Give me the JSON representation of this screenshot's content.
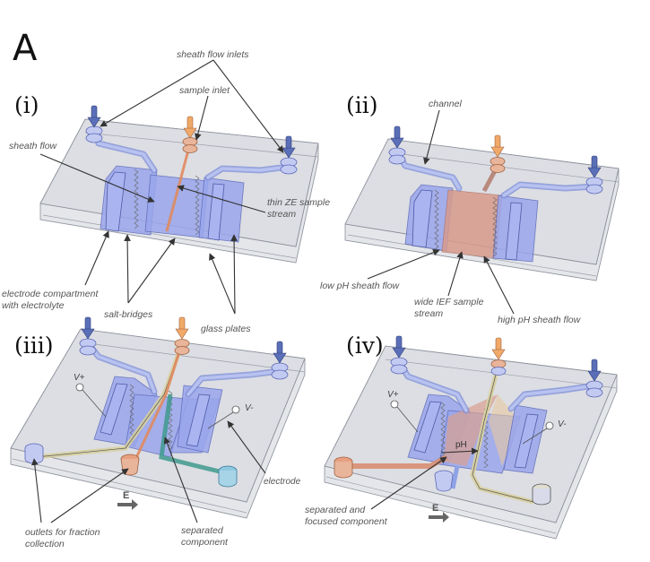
{
  "figure": {
    "panel_letter": "A",
    "colors": {
      "sheath_blue": "#7f8fd8",
      "sample_orange": "#e08a5e",
      "glass_grey": "#d9dbe0",
      "teal_component": "#3f9a8e",
      "yellow_component": "#d8d0a0"
    },
    "panels": [
      {
        "id": "i",
        "roman": "(i)",
        "labels": {
          "sheath_flow_inlets": "sheath flow inlets",
          "sample_inlet": "sample inlet",
          "sheath_flow": "sheath flow",
          "thin_ze_line1": "thin ZE sample",
          "thin_ze_line2": "stream",
          "electrode_comp_line1": "electrode compartment",
          "electrode_comp_line2": "with electrolyte",
          "salt_bridges": "salt-bridges",
          "glass_plates": "glass plates"
        }
      },
      {
        "id": "ii",
        "roman": "(ii)",
        "labels": {
          "channel": "channel",
          "low_ph": "low pH sheath flow",
          "wide_ief_line1": "wide IEF sample",
          "wide_ief_line2": "stream",
          "high_ph": "high pH sheath flow"
        }
      },
      {
        "id": "iii",
        "roman": "(iii)",
        "labels": {
          "v_plus": "V+",
          "v_minus": "V-",
          "electrode": "electrode",
          "outlets_line1": "outlets for fraction",
          "outlets_line2": "collection",
          "separated_line1": "separated",
          "separated_line2": "component",
          "field": "E"
        }
      },
      {
        "id": "iv",
        "roman": "(iv)",
        "labels": {
          "v_plus": "V+",
          "v_minus": "V-",
          "ph": "pH",
          "sep_focused_line1": "separated and",
          "sep_focused_line2": "focused component",
          "field": "E"
        }
      }
    ]
  }
}
